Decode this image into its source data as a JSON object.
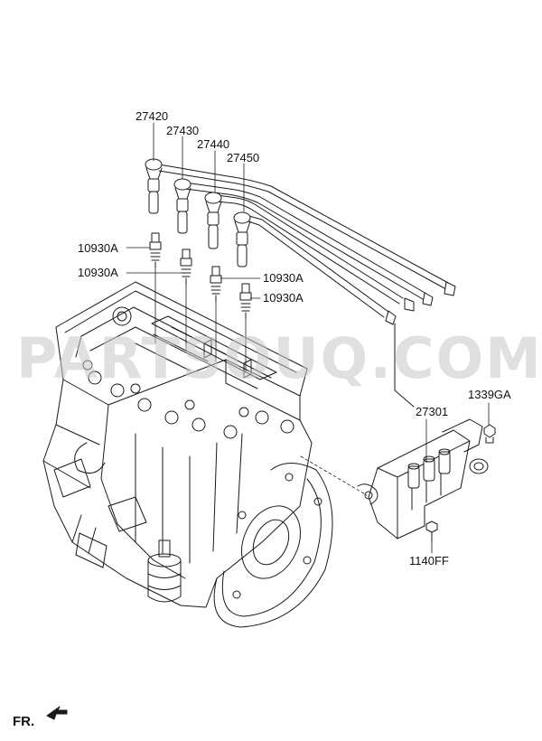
{
  "watermark": "PARTSOUQ.COM",
  "labels": {
    "p27420": "27420",
    "p27430": "27430",
    "p27440": "27440",
    "p27450": "27450",
    "p10930a_1": "10930A",
    "p10930a_2": "10930A",
    "p10930a_3": "10930A",
    "p10930a_4": "10930A",
    "p1339ga": "1339GA",
    "p27301": "27301",
    "p1140ff": "1140FF"
  },
  "direction": "FR."
}
